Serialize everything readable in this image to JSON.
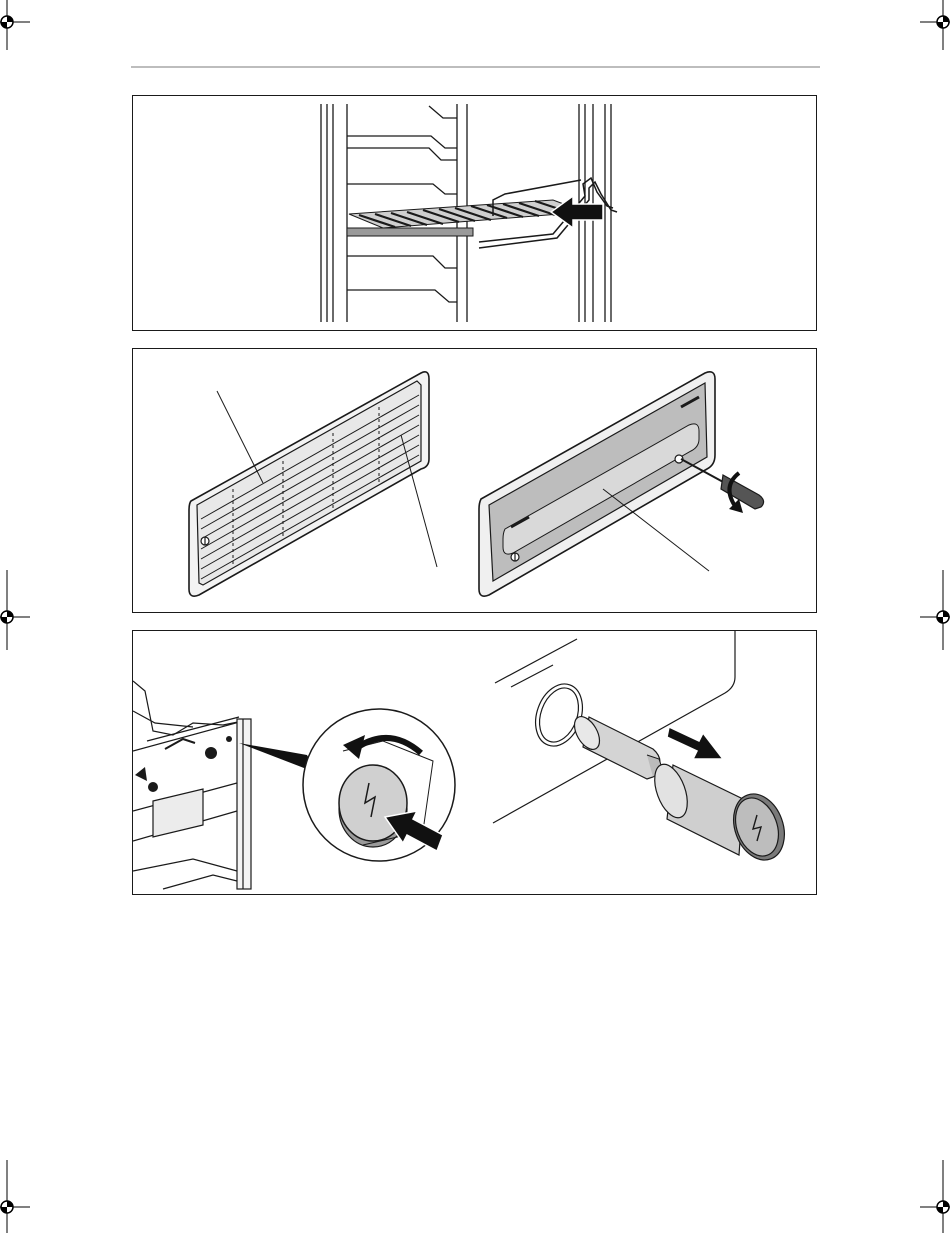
{
  "page": {
    "layout": "instruction-illustration-page",
    "figures": [
      {
        "id": "shelf-insertion",
        "icons": [
          "push-arrow-icon"
        ]
      },
      {
        "id": "vent-grille",
        "icons": [
          "vent-grille-front-icon",
          "vent-cover-back-icon",
          "screwdriver-icon",
          "rotate-arrow-icon"
        ]
      },
      {
        "id": "igniter-battery",
        "icons": [
          "igniter-button-icon",
          "rotate-arrow-icon",
          "push-arrow-icon",
          "battery-icon",
          "pull-arrow-icon"
        ]
      }
    ]
  },
  "colors": {
    "line": "#1a1a1a",
    "shade": "#bdbdbd",
    "light_shade": "#d9d9d9",
    "arrow": "#111111"
  }
}
